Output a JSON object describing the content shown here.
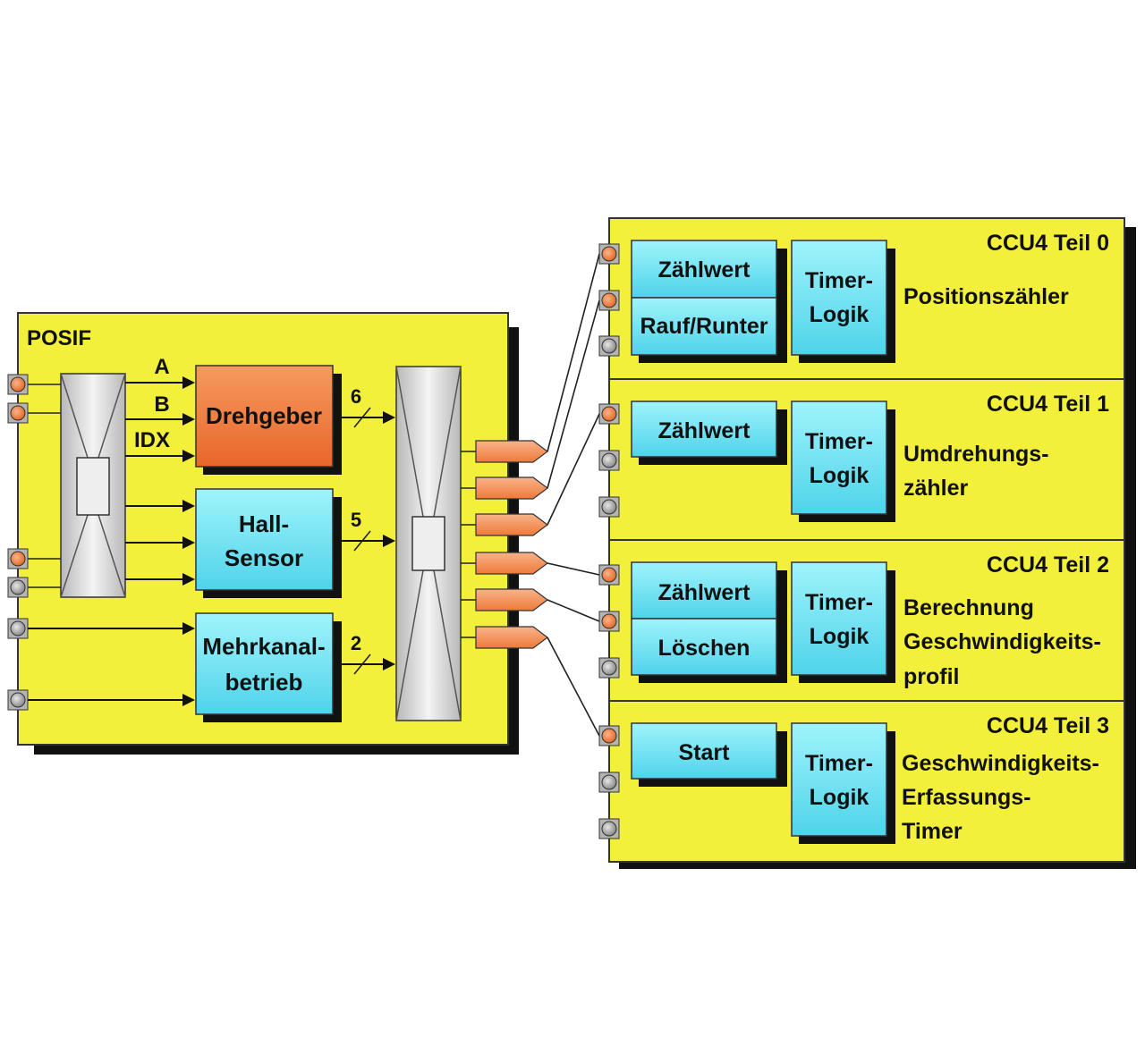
{
  "posif": {
    "title": "POSIF",
    "signals": {
      "a": "A",
      "b": "B",
      "idx": "IDX"
    },
    "blocks": {
      "drehgeber": "Drehgeber",
      "hall_line1": "Hall-",
      "hall_line2": "Sensor",
      "mehr_line1": "Mehrkanal-",
      "mehr_line2": "betrieb"
    },
    "bus_widths": {
      "drehgeber": "6",
      "hall": "5",
      "mehrkanal": "2"
    }
  },
  "ccu4": [
    {
      "title": "CCU4 Teil 0",
      "counter_top": "Zählwert",
      "counter_bottom": "Rauf/Runter",
      "timer_line1": "Timer-",
      "timer_line2": "Logik",
      "desc": [
        "Positionszähler"
      ]
    },
    {
      "title": "CCU4 Teil 1",
      "counter_top": "Zählwert",
      "timer_line1": "Timer-",
      "timer_line2": "Logik",
      "desc": [
        "Umdrehungs-",
        "zähler"
      ]
    },
    {
      "title": "CCU4 Teil 2",
      "counter_top": "Zählwert",
      "counter_bottom": "Löschen",
      "timer_line1": "Timer-",
      "timer_line2": "Logik",
      "desc": [
        "Berechnung",
        "Geschwindigkeits-",
        "profil"
      ]
    },
    {
      "title": "CCU4 Teil 3",
      "counter_top": "Start",
      "timer_line1": "Timer-",
      "timer_line2": "Logik",
      "desc": [
        "Geschwindigkeits-",
        "Erfassungs-",
        "Timer"
      ]
    }
  ],
  "colors": {
    "yellow": "#f3f03c",
    "cyan": "#6fe3f3",
    "orange": "#f0783a",
    "pin_orange": "#f08a4a",
    "pin_gray": "#a8a8a8"
  }
}
